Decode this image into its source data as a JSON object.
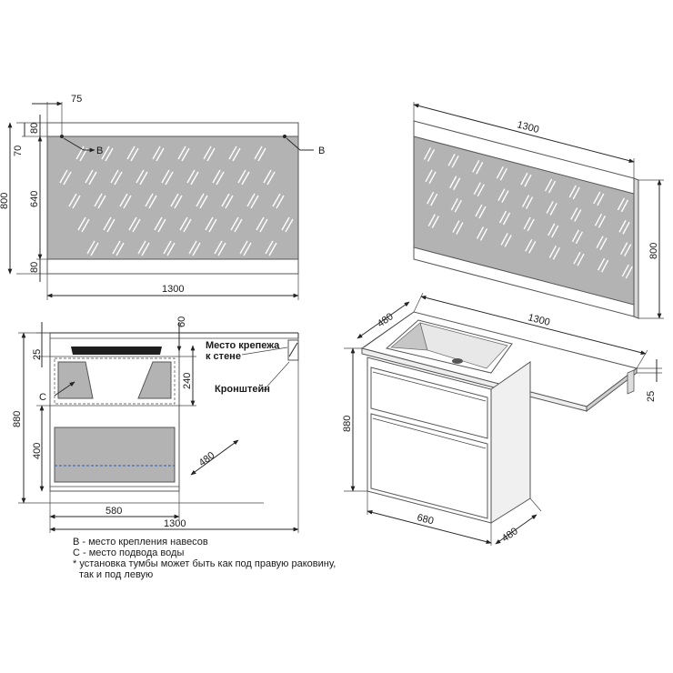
{
  "front_mirror": {
    "dim_offset": "75",
    "dim_top": "80",
    "dim_70": "70",
    "dim_640": "640",
    "dim_bottom": "80",
    "dim_height": "800",
    "dim_width": "1300",
    "marker_left": "B",
    "marker_right": "B"
  },
  "front_cabinet": {
    "dim_60": "60",
    "dim_25": "25",
    "dim_240": "240",
    "dim_880": "880",
    "dim_400": "400",
    "dim_480": "480",
    "dim_580": "580",
    "dim_1300": "1300",
    "marker_c": "C",
    "label_mount_line1": "Место крепежа",
    "label_mount_line2": "к стене",
    "label_bracket": "Кронштейн"
  },
  "iso_mirror": {
    "dim_width": "1300",
    "dim_height": "800"
  },
  "iso_cabinet": {
    "dim_depth_top": "480",
    "dim_width_top": "1300",
    "dim_height": "880",
    "dim_25": "25",
    "dim_680": "680",
    "dim_depth_bottom": "480"
  },
  "legend": {
    "line1": "B - место крепления навесов",
    "line2": "С - место подвода воды",
    "line3": "* установка тумбы может быть как под правую раковину,",
    "line4": "так и под левую"
  }
}
